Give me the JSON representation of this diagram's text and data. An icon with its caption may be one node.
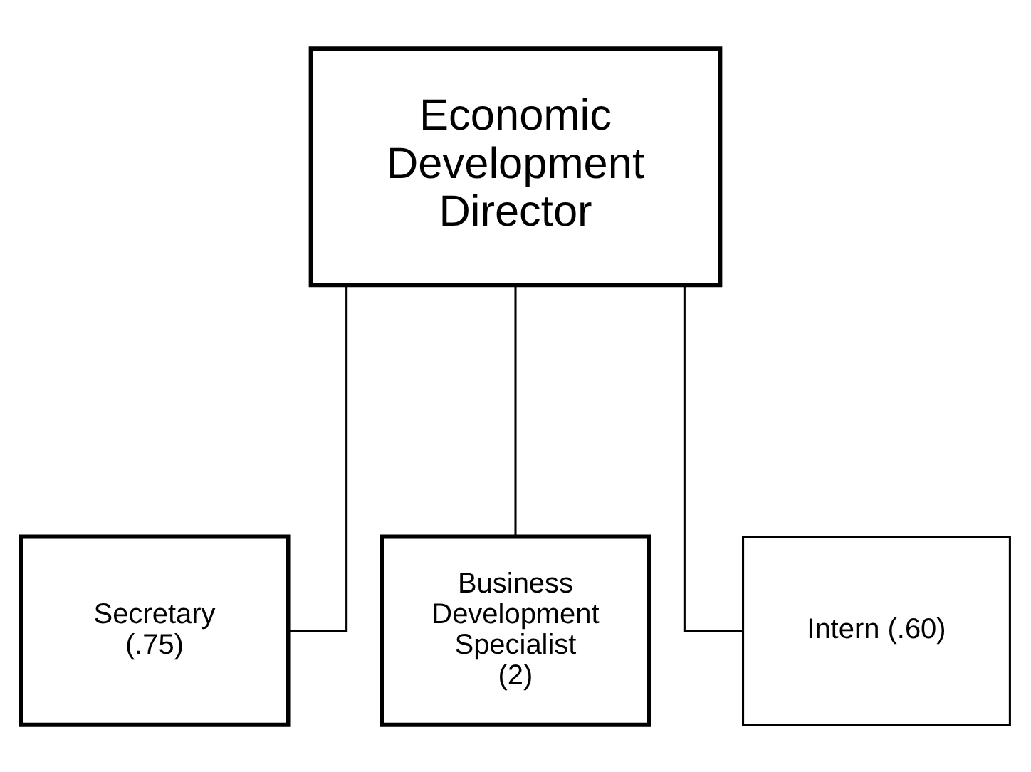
{
  "diagram": {
    "nodes": [
      {
        "text": [
          "Economic Development Director"
        ]
      },
      {
        "text": [
          "Secretary (.75)"
        ]
      },
      {
        "text": [
          "Business Development Specialist (2)"
        ]
      },
      {
        "text": [
          "Intern (.60)"
        ]
      }
    ],
    "edges": [
      {
        "from": 0,
        "to": 1,
        "arrow": "none"
      },
      {
        "from": 0,
        "to": 2,
        "arrow": "none"
      },
      {
        "from": 0,
        "to": 3,
        "arrow": "none"
      }
    ]
  }
}
